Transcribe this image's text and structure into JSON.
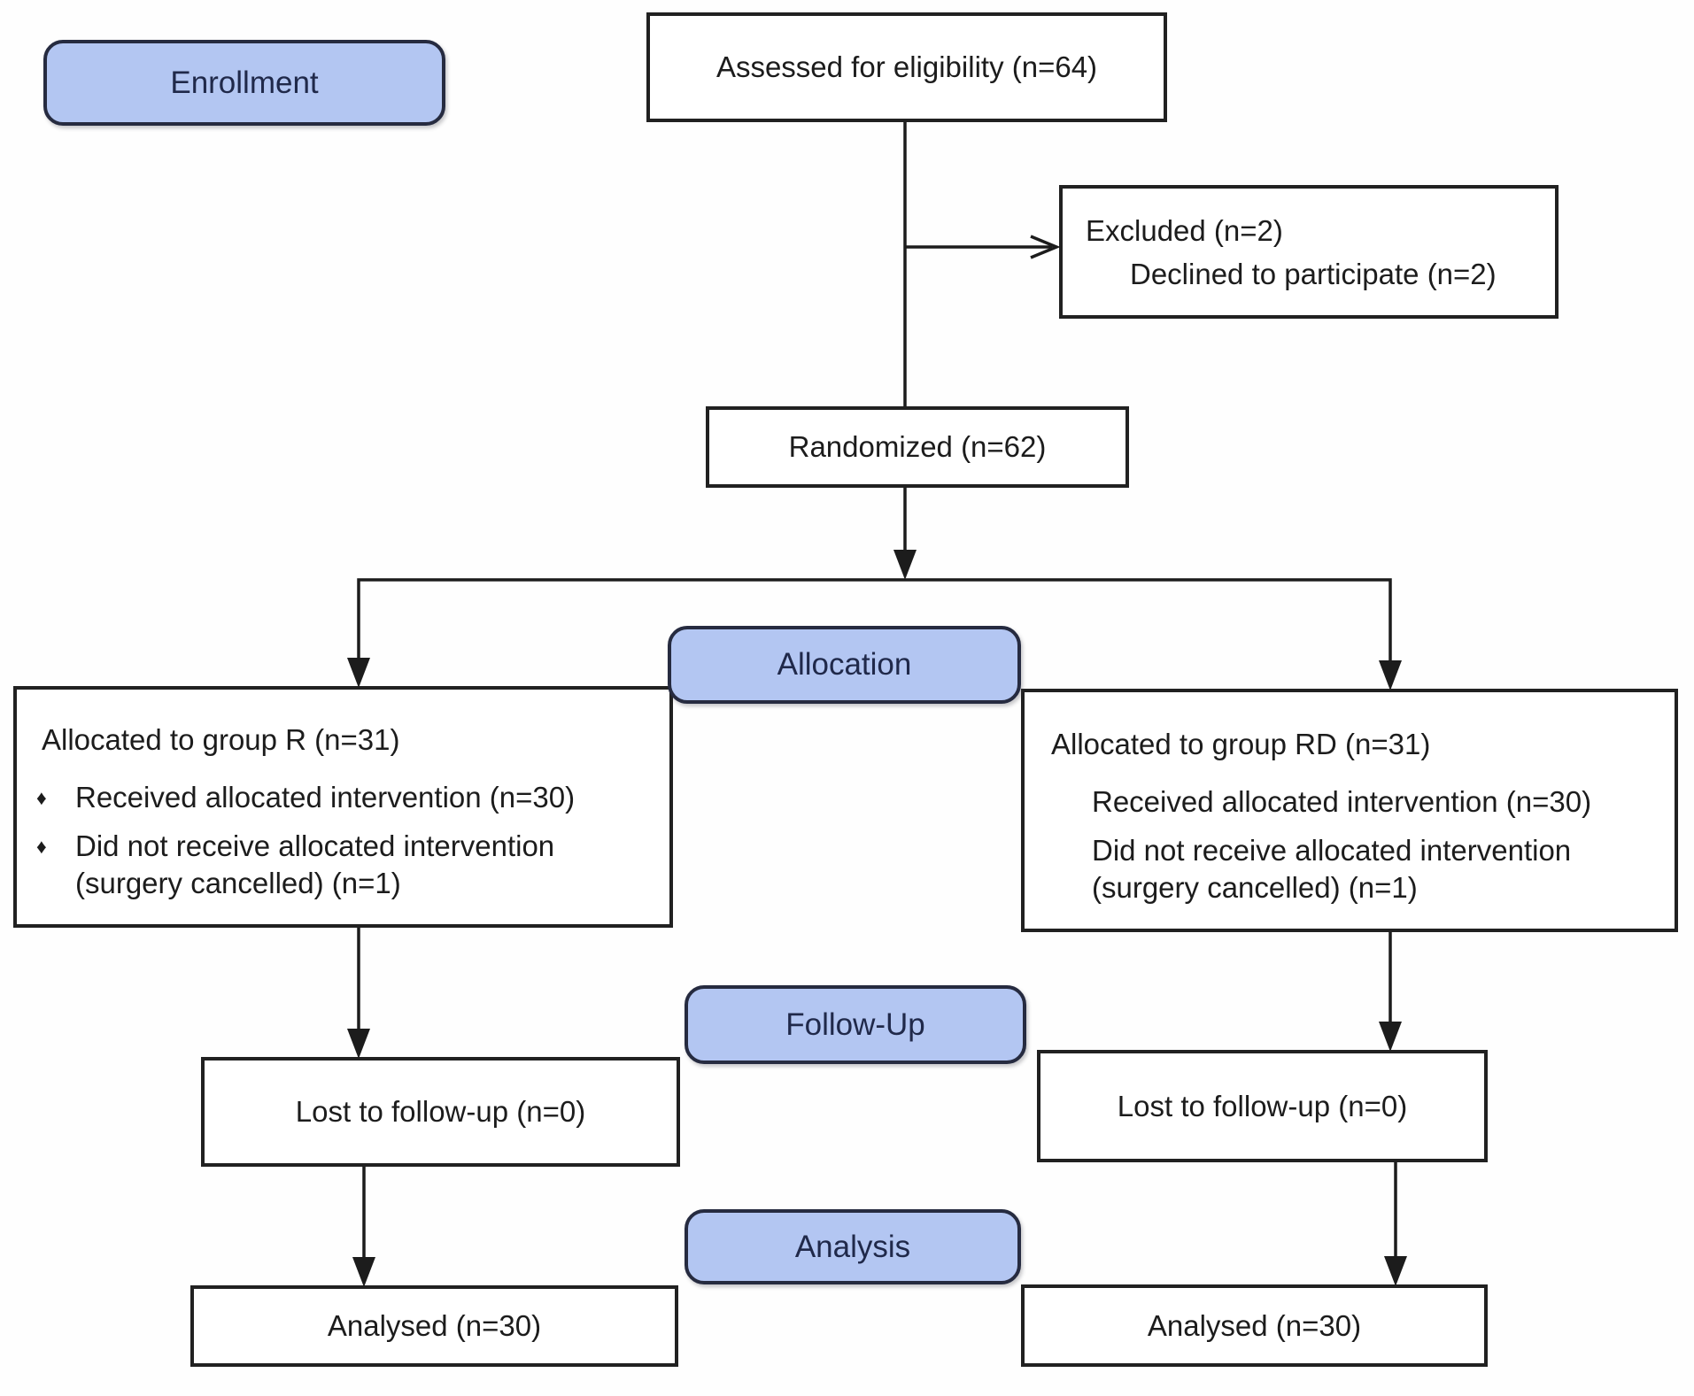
{
  "figure": {
    "stages": {
      "enrollment": "Enrollment",
      "allocation": "Allocation",
      "followup": "Follow-Up",
      "analysis": "Analysis"
    },
    "assessed": "Assessed for eligibility (n=64)",
    "excluded": {
      "line1": "Excluded (n=2)",
      "line2": "Declined to participate (n=2)"
    },
    "randomized": "Randomized (n=62)",
    "bullet_char": "♦",
    "group_r": {
      "title": "Allocated to group R (n=31)",
      "item1": "Received allocated intervention (n=30)",
      "item2_line1": "Did not receive allocated intervention",
      "item2_line2": "(surgery cancelled) (n=1)"
    },
    "group_rd": {
      "title": "Allocated to group RD (n=31)",
      "item1": "Received allocated intervention (n=30)",
      "item2_line1": "Did not receive allocated intervention",
      "item2_line2": "(surgery cancelled) (n=1)"
    },
    "lost_left": "Lost to follow-up (n=0)",
    "lost_right": "Lost to follow-up (n=0)",
    "analysed_left": "Analysed (n=30)",
    "analysed_right": "Analysed (n=30)",
    "colors": {
      "stage_fill": "#b3c6f2",
      "stage_border": "#262b40",
      "box_border": "#212121",
      "connector": "#1c1c1c"
    }
  }
}
